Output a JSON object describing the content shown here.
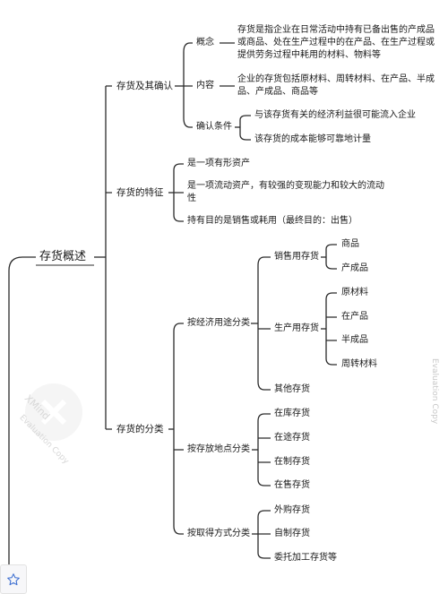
{
  "root": "存货概述",
  "branches": {
    "recognition": {
      "label": "存货及其确认",
      "concept_label": "概念",
      "concept_text": "存货是指企业在日常活动中持有已备出售的产成品或商品、处在生产过程中的在产品、在生产过程或提供劳务过程中耗用的材料、物料等",
      "content_label": "内容",
      "content_text": "企业的存货包括原材料、周转材料、在产品、半成品、产成品、商品等",
      "conditions_label": "确认条件",
      "condition_1": "与该存货有关的经济利益很可能流入企业",
      "condition_2": "该存货的成本能够可靠地计量"
    },
    "features": {
      "label": "存货的特征",
      "item_1": "是一项有形资产",
      "item_2": "是一项流动资产，有较强的变现能力和较大的流动性",
      "item_3": "持有目的是销售或耗用（最终目的：出售）"
    },
    "classification": {
      "label": "存货的分类",
      "by_use": {
        "label": "按经济用途分类",
        "sales_label": "销售用存货",
        "sales_items": [
          "商品",
          "产成品"
        ],
        "production_label": "生产用存货",
        "production_items": [
          "原材料",
          "在产品",
          "半成品",
          "周转材料"
        ],
        "other_label": "其他存货"
      },
      "by_location": {
        "label": "按存放地点分类",
        "items": [
          "在库存货",
          "在途存货",
          "在制存货",
          "在售存货"
        ]
      },
      "by_acquisition": {
        "label": "按取得方式分类",
        "items": [
          "外购存货",
          "自制存货",
          "委托加工存货等"
        ]
      }
    }
  },
  "watermark": {
    "brand": "XMind",
    "sub": "Evaluation Copy",
    "side": "Evaluation Copy"
  },
  "colors": {
    "line": "#2b2b2b",
    "text": "#1a1a1a"
  },
  "icons": {
    "favorite": "star-icon"
  }
}
